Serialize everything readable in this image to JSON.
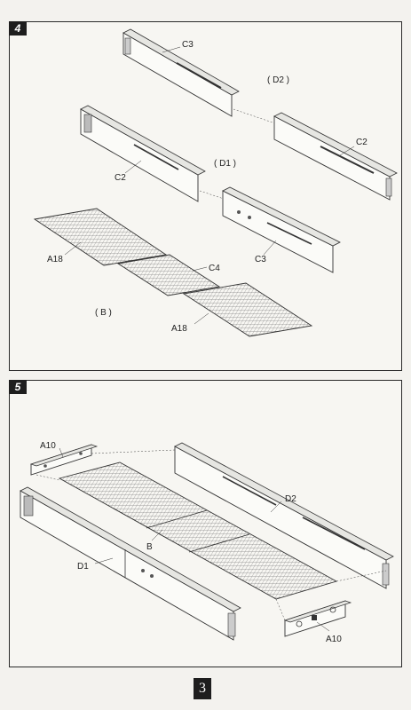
{
  "steps": [
    {
      "number": "4",
      "labels": {
        "c3_top": "C3",
        "d2": "( D2 )",
        "c2_right": "C2",
        "d1": "( D1 )",
        "c2_left": "C2",
        "c3_mid": "C3",
        "a18_left": "A18",
        "c4": "C4",
        "b": "( B )",
        "a18_bottom": "A18"
      }
    },
    {
      "number": "5",
      "labels": {
        "a10_top": "A10",
        "d2": "D2",
        "b": "B",
        "d1": "D1",
        "a10_bottom": "A10"
      }
    }
  ],
  "page_number": "3"
}
